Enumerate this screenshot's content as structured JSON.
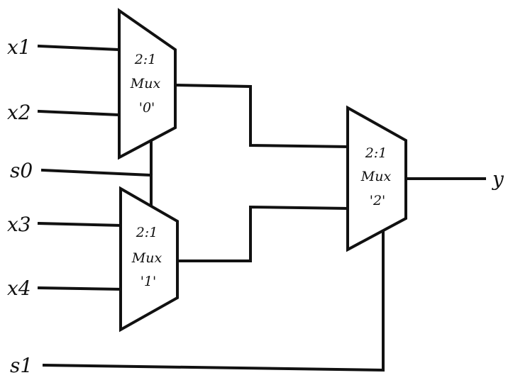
{
  "inputs": {
    "x1": "x1",
    "x2": "x2",
    "s0": "s0",
    "x3": "x3",
    "x4": "x4",
    "s1": "s1"
  },
  "output": {
    "y": "y"
  },
  "muxes": [
    {
      "type": "2:1",
      "name": "Mux",
      "id": "'0'"
    },
    {
      "type": "2:1",
      "name": "Mux",
      "id": "'1'"
    },
    {
      "type": "2:1",
      "name": "Mux",
      "id": "'2'"
    }
  ],
  "colors": {
    "stroke": "#111111",
    "background": "#ffffff"
  }
}
